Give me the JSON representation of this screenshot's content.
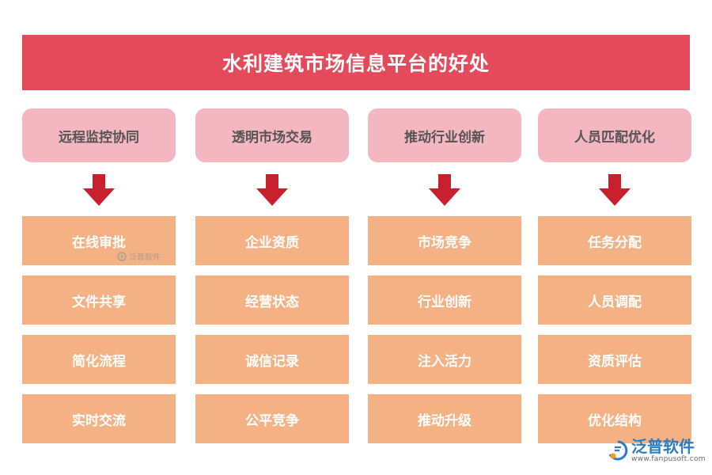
{
  "title": "水利建筑市场信息平台的好处",
  "colors": {
    "title_bg": "#e54a5b",
    "header_bg": "#f4b6c0",
    "item_bg": "#f4b183",
    "arrow": "#c8202f"
  },
  "columns": [
    {
      "header": "远程监控协同",
      "items": [
        "在线审批",
        "文件共享",
        "简化流程",
        "实时交流"
      ]
    },
    {
      "header": "透明市场交易",
      "items": [
        "企业资质",
        "经营状态",
        "诚信记录",
        "公平竞争"
      ]
    },
    {
      "header": "推动行业创新",
      "items": [
        "市场竞争",
        "行业创新",
        "注入活力",
        "推动升级"
      ]
    },
    {
      "header": "人员匹配优化",
      "items": [
        "任务分配",
        "人员调配",
        "资质评估",
        "优化结构"
      ]
    }
  ],
  "watermark": {
    "brand": "泛普软件",
    "url": "www.fanpusoft.com",
    "icon": "fanpu-logo-icon"
  }
}
